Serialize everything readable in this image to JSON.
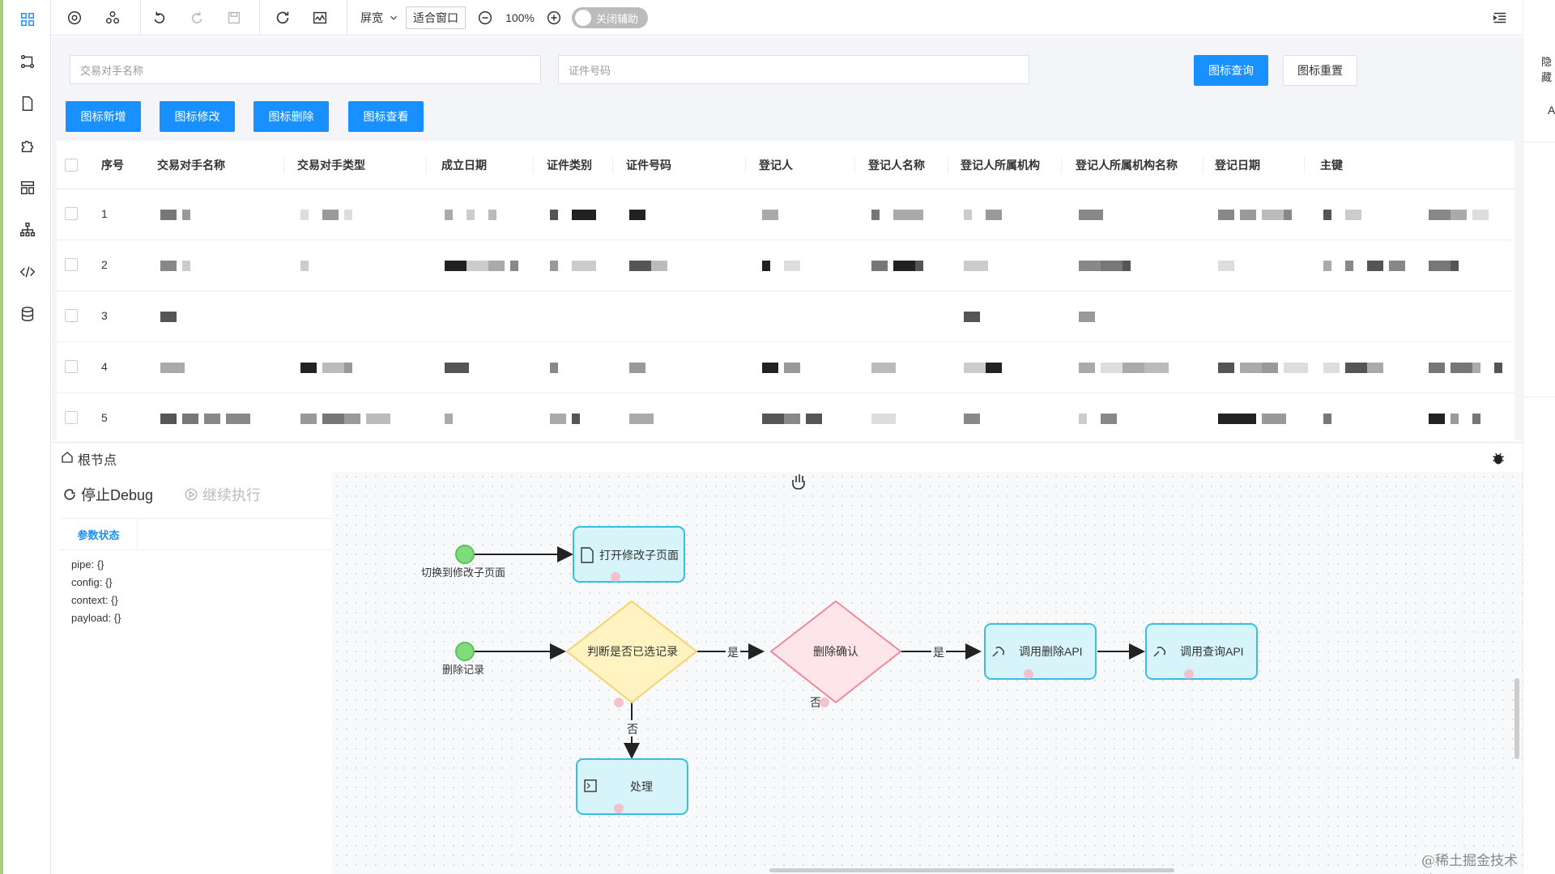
{
  "toolbar": {
    "width_mode": "屏宽",
    "fit_window": "适合窗口",
    "zoom": "100%",
    "assist_toggle": "关闭辅助"
  },
  "right_strip": {
    "label_1": "隐藏",
    "label_2": "A"
  },
  "query": {
    "counterparty_name_placeholder": "交易对手名称",
    "id_number_placeholder": "证件号码",
    "search_button": "图标查询",
    "reset_button": "图标重置",
    "add_button": "图标新增",
    "edit_button": "图标修改",
    "delete_button": "图标删除",
    "view_button": "图标查看"
  },
  "table": {
    "columns": [
      "序号",
      "交易对手名称",
      "交易对手类型",
      "成立日期",
      "证件类别",
      "证件号码",
      "登记人",
      "登记人名称",
      "登记人所属机构",
      "登记人所属机构名称",
      "登记日期",
      "主键"
    ],
    "rows": [
      "1",
      "2",
      "3",
      "4",
      "5"
    ]
  },
  "flow": {
    "breadcrumb": "根节点",
    "stop_debug": "停止Debug",
    "continue_exec": "继续执行",
    "param_tab": "参数状态",
    "params": [
      {
        "key": "pipe:",
        "value": "{}"
      },
      {
        "key": "config:",
        "value": "{}"
      },
      {
        "key": "context:",
        "value": "{}"
      },
      {
        "key": "payload:",
        "value": "{}"
      }
    ],
    "nodes": {
      "start1_label": "切换到修改子页面",
      "open_page": "打开修改子页面",
      "start2_label": "删除记录",
      "judge": "判断是否已选记录",
      "confirm": "删除确认",
      "call_delete": "调用删除API",
      "call_query": "调用查询API",
      "process": "处理",
      "yes1": "是",
      "yes2": "是",
      "no1": "否",
      "no2": "否"
    }
  },
  "watermark": "@稀土掘金技术社区",
  "colors": {
    "primary": "#1890ff",
    "task_fill": "#d7f4fb",
    "task_stroke": "#35c0e0",
    "judge_fill": "#fff3c2",
    "judge_stroke": "#f7d36b",
    "confirm_fill": "#fde5ea",
    "confirm_stroke": "#ee8a9a",
    "start": "#7fdc7a"
  }
}
